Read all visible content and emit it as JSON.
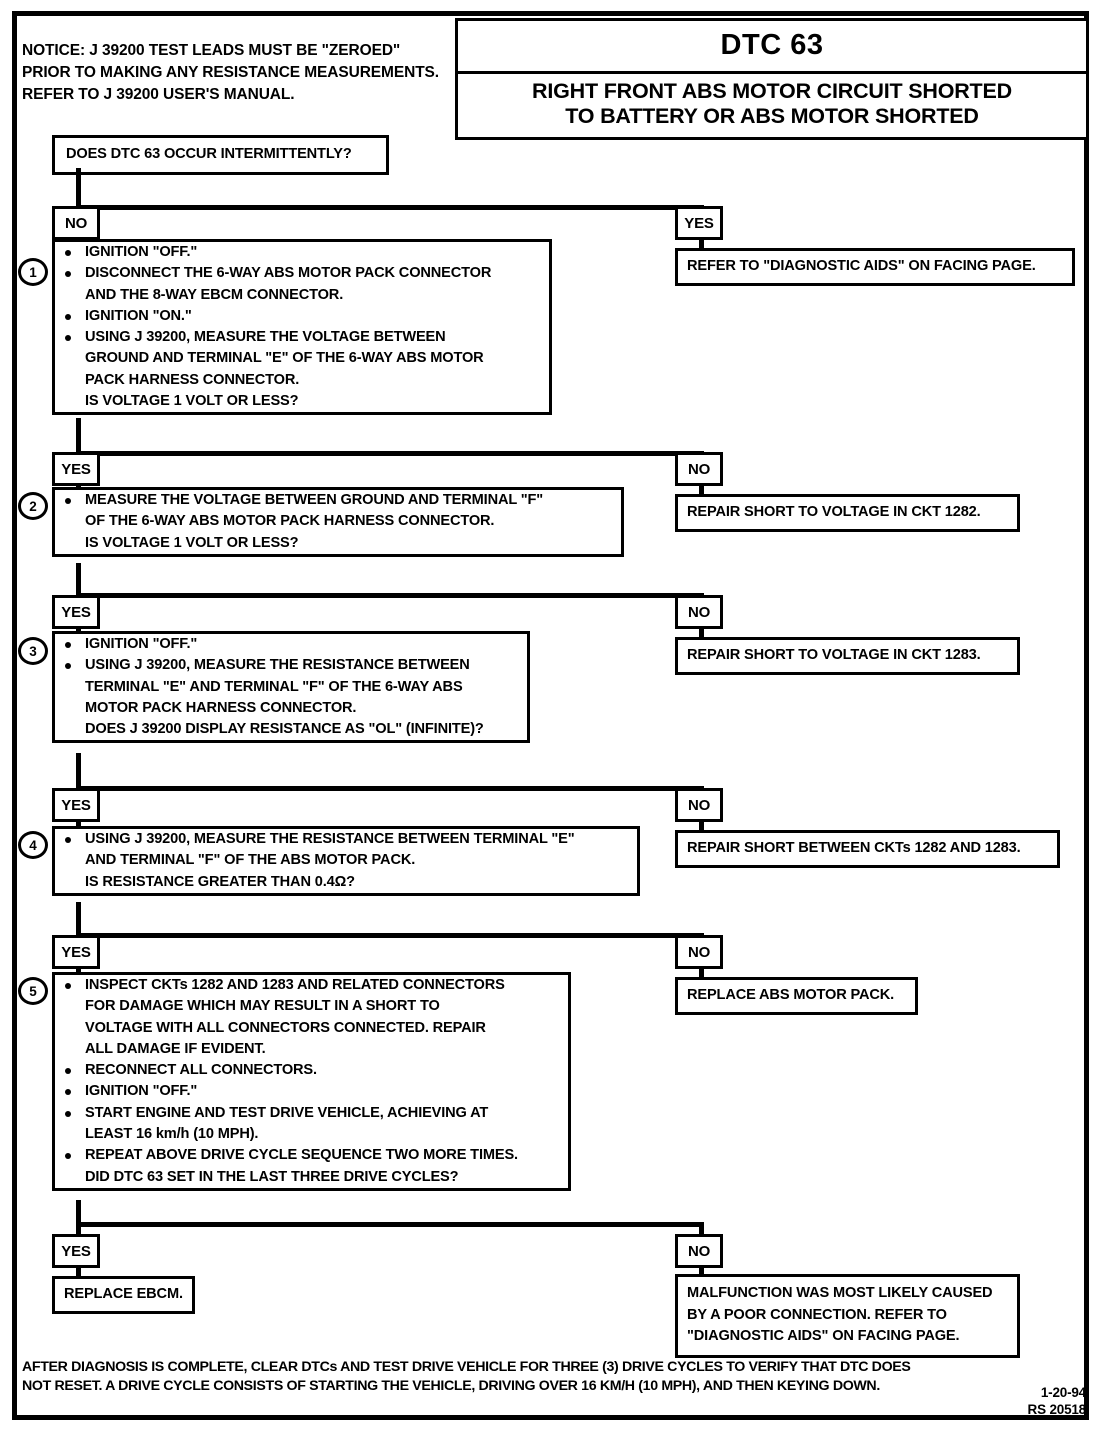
{
  "notice": {
    "text": "NOTICE:  J 39200 TEST LEADS MUST BE \"ZEROED\"\nPRIOR TO MAKING ANY RESISTANCE MEASUREMENTS.\nREFER TO J 39200 USER'S MANUAL."
  },
  "title": {
    "code": "DTC 63",
    "description": "RIGHT FRONT ABS MOTOR CIRCUIT SHORTED\nTO BATTERY OR ABS MOTOR SHORTED"
  },
  "labels": {
    "yes": "YES",
    "no": "NO"
  },
  "start": {
    "question": "DOES DTC 63 OCCUR INTERMITTENTLY?"
  },
  "steps": [
    {
      "number": "1",
      "lines": [
        "IGNITION \"OFF.\"",
        "DISCONNECT THE 6-WAY ABS MOTOR PACK CONNECTOR\nAND THE 8-WAY EBCM CONNECTOR.",
        "IGNITION \"ON.\"",
        "USING J 39200, MEASURE THE VOLTAGE BETWEEN\nGROUND AND TERMINAL \"E\" OF THE 6-WAY ABS MOTOR\nPACK HARNESS CONNECTOR.\nIS VOLTAGE 1 VOLT OR LESS?"
      ]
    },
    {
      "number": "2",
      "lines": [
        "MEASURE THE VOLTAGE BETWEEN GROUND AND TERMINAL \"F\"\nOF THE 6-WAY ABS MOTOR PACK HARNESS CONNECTOR.\nIS VOLTAGE 1 VOLT OR LESS?"
      ]
    },
    {
      "number": "3",
      "lines": [
        "IGNITION \"OFF.\"",
        "USING J 39200, MEASURE THE RESISTANCE BETWEEN\nTERMINAL \"E\" AND TERMINAL \"F\" OF THE 6-WAY ABS\nMOTOR PACK HARNESS CONNECTOR.\nDOES J 39200 DISPLAY RESISTANCE AS \"OL\" (INFINITE)?"
      ]
    },
    {
      "number": "4",
      "lines": [
        "USING J 39200, MEASURE THE RESISTANCE BETWEEN TERMINAL \"E\"\nAND TERMINAL \"F\" OF THE ABS MOTOR PACK.\nIS RESISTANCE GREATER THAN 0.4Ω?"
      ]
    },
    {
      "number": "5",
      "lines": [
        "INSPECT CKTs 1282 AND 1283 AND RELATED CONNECTORS\nFOR DAMAGE WHICH MAY RESULT IN A SHORT TO\nVOLTAGE WITH ALL CONNECTORS CONNECTED.  REPAIR\nALL DAMAGE IF EVIDENT.",
        "RECONNECT ALL CONNECTORS.",
        "IGNITION \"OFF.\"",
        "START ENGINE AND TEST DRIVE VEHICLE, ACHIEVING AT\nLEAST 16 km/h (10 MPH).",
        "REPEAT ABOVE DRIVE CYCLE SEQUENCE TWO MORE TIMES.\nDID DTC 63 SET IN THE LAST THREE DRIVE CYCLES?"
      ]
    }
  ],
  "outcomes": {
    "intermittent_yes": "REFER TO \"DIAGNOSTIC AIDS\" ON FACING PAGE.",
    "step1_no": "REPAIR SHORT TO VOLTAGE IN CKT 1282.",
    "step2_no": "REPAIR SHORT TO VOLTAGE IN CKT 1283.",
    "step3_no": "REPAIR SHORT BETWEEN CKTs 1282 AND 1283.",
    "step4_no": "REPLACE ABS MOTOR PACK.",
    "step5_yes": "REPLACE EBCM.",
    "step5_no": "MALFUNCTION WAS MOST LIKELY CAUSED\nBY A POOR CONNECTION.  REFER TO\n\"DIAGNOSTIC AIDS\" ON FACING PAGE."
  },
  "footer": {
    "note": "AFTER  DIAGNOSIS IS COMPLETE, CLEAR DTCs AND TEST DRIVE VEHICLE FOR THREE (3) DRIVE CYCLES TO VERIFY THAT DTC DOES\nNOT RESET.  A DRIVE CYCLE CONSISTS OF STARTING THE VEHICLE, DRIVING OVER 16 KM/H (10 MPH), AND THEN KEYING DOWN.",
    "date": "1-20-94",
    "doc_id": "RS 20518"
  },
  "colors": {
    "ink": "#000000",
    "paper": "#ffffff"
  }
}
